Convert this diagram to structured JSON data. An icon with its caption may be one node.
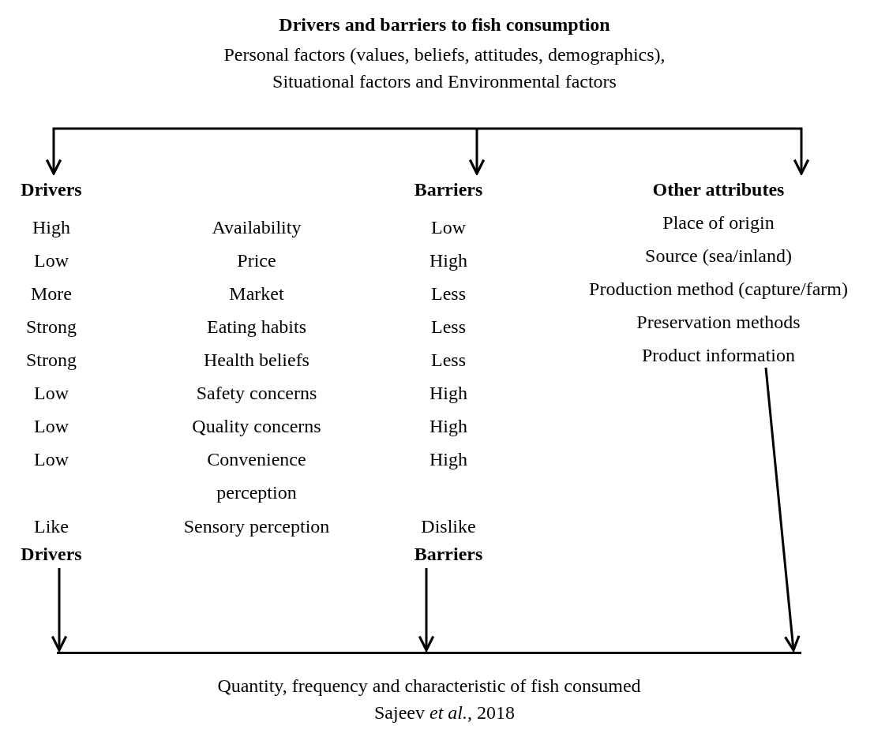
{
  "diagram": {
    "caption": "Sajeev *et al.,* 2018",
    "nodes": [
      {
        "text": [
          "Drivers and barriers to fish consumption",
          "Personal factors (values, beliefs, attitudes, demographics), Situational factors and Environmental factors"
        ]
      },
      {
        "text": [
          "Drivers"
        ]
      },
      {
        "text": [
          "Barriers"
        ]
      },
      {
        "text": [
          "Other attributes",
          "Place of origin",
          "Source (sea/inland)",
          "Production method (capture/farm)",
          "Preservation methods",
          "Product information"
        ]
      },
      {
        "text": [
          "Drivers"
        ]
      },
      {
        "text": [
          "Barriers"
        ]
      },
      {
        "text": [
          "Quantity, frequency and characteristic of fish consumed"
        ]
      }
    ],
    "edges": [
      {
        "from": 0,
        "to": 1,
        "arrow": "to"
      },
      {
        "from": 0,
        "to": 2,
        "arrow": "to"
      },
      {
        "from": 0,
        "to": 3,
        "arrow": "to"
      },
      {
        "from": 4,
        "to": 6,
        "arrow": "to"
      },
      {
        "from": 5,
        "to": 6,
        "arrow": "to"
      },
      {
        "from": 3,
        "to": 6,
        "arrow": "to"
      }
    ],
    "labels": [
      "High",
      "Availability",
      "Low",
      "Low",
      "Price",
      "High",
      "More",
      "Market",
      "Less",
      "Strong",
      "Eating habits",
      "Less",
      "Strong",
      "Health beliefs",
      "Less",
      "Low",
      "Safety concerns",
      "High",
      "Low",
      "Quality concerns",
      "High",
      "Low",
      "Convenience perception",
      "High",
      "Like",
      "Sensory perception",
      "Dislike"
    ]
  }
}
